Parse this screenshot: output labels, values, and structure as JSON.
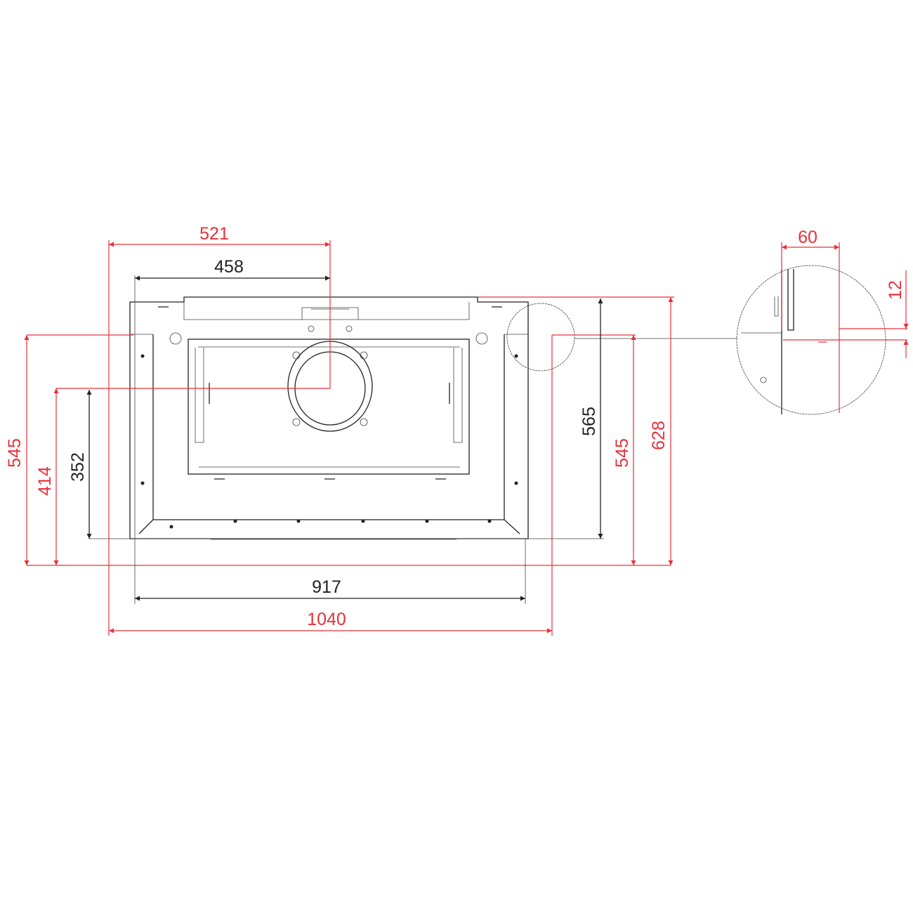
{
  "dimensions": {
    "top_overall_red": "521",
    "top_inner_black": "458",
    "bottom_inner_black": "917",
    "bottom_overall_red": "1040",
    "left_outer_red": "545",
    "left_mid_red": "414",
    "left_inner_black": "352",
    "right_inner_black": "565",
    "right_mid_red": "545",
    "right_outer_red": "628",
    "detail_width_red": "60",
    "detail_height_red": "12"
  },
  "colors": {
    "dimension_red": "#e8303a",
    "line_black": "#222222"
  }
}
